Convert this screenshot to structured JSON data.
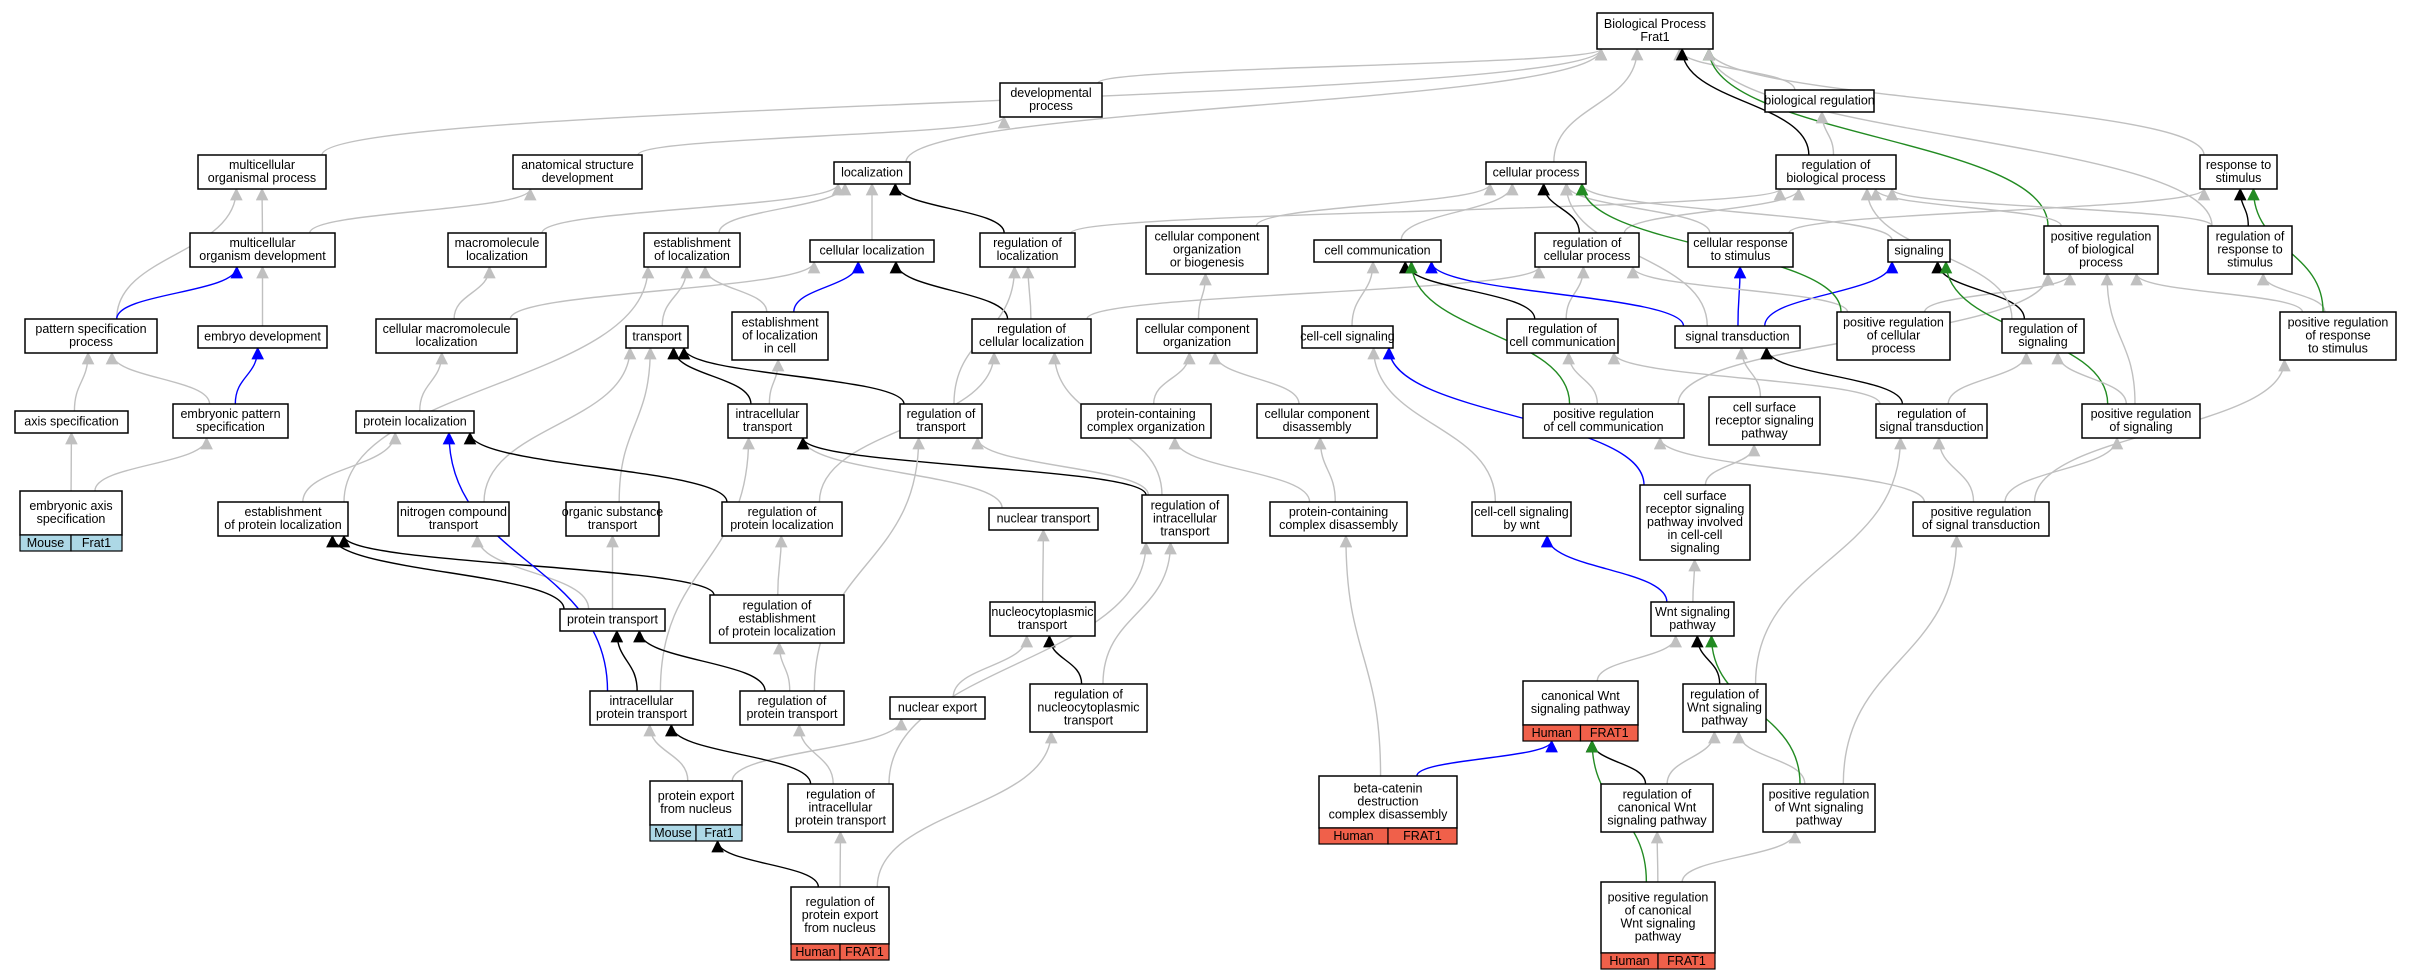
{
  "colors": {
    "gray": "#c0c0c0",
    "black": "#000000",
    "blue": "#0000ff",
    "green": "#228b22",
    "human": "#f0604a",
    "mouse": "#add8e6"
  },
  "nodes": [
    {
      "id": "bp",
      "lines": [
        "Biological Process",
        "Frat1"
      ]
    },
    {
      "id": "dev",
      "lines": [
        "developmental",
        "process"
      ]
    },
    {
      "id": "breg",
      "lines": [
        "biological regulation"
      ]
    },
    {
      "id": "mop",
      "lines": [
        "multicellular",
        "organismal process"
      ]
    },
    {
      "id": "asd",
      "lines": [
        "anatomical structure",
        "development"
      ]
    },
    {
      "id": "loc",
      "lines": [
        "localization"
      ]
    },
    {
      "id": "cp",
      "lines": [
        "cellular process"
      ]
    },
    {
      "id": "rbp",
      "lines": [
        "regulation of",
        "biological process"
      ]
    },
    {
      "id": "rts",
      "lines": [
        "response to",
        "stimulus"
      ]
    },
    {
      "id": "mod",
      "lines": [
        "multicellular",
        "organism development"
      ]
    },
    {
      "id": "mml",
      "lines": [
        "macromolecule",
        "localization"
      ]
    },
    {
      "id": "eol",
      "lines": [
        "establishment",
        "of localization"
      ]
    },
    {
      "id": "cl",
      "lines": [
        "cellular localization"
      ]
    },
    {
      "id": "rol",
      "lines": [
        "regulation of",
        "localization"
      ]
    },
    {
      "id": "ccob",
      "lines": [
        "cellular component",
        "organization",
        "or biogenesis"
      ]
    },
    {
      "id": "cc",
      "lines": [
        "cell communication"
      ]
    },
    {
      "id": "rcp",
      "lines": [
        "regulation of",
        "cellular process"
      ]
    },
    {
      "id": "crs",
      "lines": [
        "cellular response",
        "to stimulus"
      ]
    },
    {
      "id": "sig",
      "lines": [
        "signaling"
      ]
    },
    {
      "id": "prbp",
      "lines": [
        "positive regulation",
        "of biological",
        "process"
      ]
    },
    {
      "id": "rrs",
      "lines": [
        "regulation of",
        "response to",
        "stimulus"
      ]
    },
    {
      "id": "psp",
      "lines": [
        "pattern specification",
        "process"
      ]
    },
    {
      "id": "ed",
      "lines": [
        "embryo development"
      ]
    },
    {
      "id": "cml",
      "lines": [
        "cellular macromolecule",
        "localization"
      ]
    },
    {
      "id": "tr",
      "lines": [
        "transport"
      ]
    },
    {
      "id": "elc",
      "lines": [
        "establishment",
        "of localization",
        "in cell"
      ]
    },
    {
      "id": "rcl",
      "lines": [
        "regulation of",
        "cellular localization"
      ]
    },
    {
      "id": "cco",
      "lines": [
        "cellular component",
        "organization"
      ]
    },
    {
      "id": "ccs",
      "lines": [
        "cell-cell signaling"
      ]
    },
    {
      "id": "rcc",
      "lines": [
        "regulation of",
        "cell communication"
      ]
    },
    {
      "id": "st",
      "lines": [
        "signal transduction"
      ]
    },
    {
      "id": "prcp",
      "lines": [
        "positive regulation",
        "of cellular",
        "process"
      ]
    },
    {
      "id": "rsig",
      "lines": [
        "regulation of",
        "signaling"
      ]
    },
    {
      "id": "prrs",
      "lines": [
        "positive regulation",
        "of response",
        "to stimulus"
      ]
    },
    {
      "id": "as",
      "lines": [
        "axis specification"
      ]
    },
    {
      "id": "eps",
      "lines": [
        "embryonic pattern",
        "specification"
      ]
    },
    {
      "id": "pl",
      "lines": [
        "protein localization"
      ]
    },
    {
      "id": "it",
      "lines": [
        "intracellular",
        "transport"
      ]
    },
    {
      "id": "rt",
      "lines": [
        "regulation of",
        "transport"
      ]
    },
    {
      "id": "pcco",
      "lines": [
        "protein-containing",
        "complex organization"
      ]
    },
    {
      "id": "ccd",
      "lines": [
        "cellular component",
        "disassembly"
      ]
    },
    {
      "id": "prcc",
      "lines": [
        "positive regulation",
        "of cell communication"
      ]
    },
    {
      "id": "csrsp",
      "lines": [
        "cell surface",
        "receptor signaling",
        "pathway"
      ]
    },
    {
      "id": "rst",
      "lines": [
        "regulation of",
        "signal transduction"
      ]
    },
    {
      "id": "prs",
      "lines": [
        "positive regulation",
        "of signaling"
      ]
    },
    {
      "id": "eas",
      "lines": [
        "embryonic axis",
        "specification"
      ],
      "tags": [
        {
          "label": "Mouse",
          "kind": "mouse"
        },
        {
          "label": "Frat1",
          "kind": "mouse"
        }
      ]
    },
    {
      "id": "epl",
      "lines": [
        "establishment",
        "of protein localization"
      ]
    },
    {
      "id": "nct",
      "lines": [
        "nitrogen compound",
        "transport"
      ]
    },
    {
      "id": "ost",
      "lines": [
        "organic substance",
        "transport"
      ]
    },
    {
      "id": "rpl",
      "lines": [
        "regulation of",
        "protein localization"
      ]
    },
    {
      "id": "nt",
      "lines": [
        "nuclear transport"
      ]
    },
    {
      "id": "rit",
      "lines": [
        "regulation of",
        "intracellular",
        "transport"
      ]
    },
    {
      "id": "pccd",
      "lines": [
        "protein-containing",
        "complex disassembly"
      ]
    },
    {
      "id": "ccsw",
      "lines": [
        "cell-cell signaling",
        "by wnt"
      ]
    },
    {
      "id": "csrspi",
      "lines": [
        "cell surface",
        "receptor signaling",
        "pathway involved",
        "in cell-cell",
        "signaling"
      ]
    },
    {
      "id": "prst",
      "lines": [
        "positive regulation",
        "of signal transduction"
      ]
    },
    {
      "id": "pt",
      "lines": [
        "protein transport"
      ]
    },
    {
      "id": "repl",
      "lines": [
        "regulation of",
        "establishment",
        "of protein localization"
      ]
    },
    {
      "id": "ncpt",
      "lines": [
        "nucleocytoplasmic",
        "transport"
      ]
    },
    {
      "id": "wsp",
      "lines": [
        "Wnt signaling",
        "pathway"
      ]
    },
    {
      "id": "ipt",
      "lines": [
        "intracellular",
        "protein transport"
      ]
    },
    {
      "id": "rpt",
      "lines": [
        "regulation of",
        "protein transport"
      ]
    },
    {
      "id": "ne",
      "lines": [
        "nuclear export"
      ]
    },
    {
      "id": "rnct",
      "lines": [
        "regulation of",
        "nucleocytoplasmic",
        "transport"
      ]
    },
    {
      "id": "cwsp",
      "lines": [
        "canonical Wnt",
        "signaling pathway"
      ],
      "tags": [
        {
          "label": "Human",
          "kind": "human"
        },
        {
          "label": "FRAT1",
          "kind": "human"
        }
      ]
    },
    {
      "id": "rwsp",
      "lines": [
        "regulation of",
        "Wnt signaling",
        "pathway"
      ]
    },
    {
      "id": "pen",
      "lines": [
        "protein export",
        "from nucleus"
      ],
      "tags": [
        {
          "label": "Mouse",
          "kind": "mouse"
        },
        {
          "label": "Frat1",
          "kind": "mouse"
        }
      ]
    },
    {
      "id": "ript",
      "lines": [
        "regulation of",
        "intracellular",
        "protein transport"
      ]
    },
    {
      "id": "bcdc",
      "lines": [
        "beta-catenin",
        "destruction",
        "complex disassembly"
      ],
      "tags": [
        {
          "label": "Human",
          "kind": "human"
        },
        {
          "label": "FRAT1",
          "kind": "human"
        }
      ]
    },
    {
      "id": "rcwsp",
      "lines": [
        "regulation of",
        "canonical Wnt",
        "signaling pathway"
      ]
    },
    {
      "id": "prwsp",
      "lines": [
        "positive regulation",
        "of Wnt signaling",
        "pathway"
      ]
    },
    {
      "id": "rpen",
      "lines": [
        "regulation of",
        "protein export",
        "from nucleus"
      ],
      "tags": [
        {
          "label": "Human",
          "kind": "human"
        },
        {
          "label": "FRAT1",
          "kind": "human"
        }
      ]
    },
    {
      "id": "prcwsp",
      "lines": [
        "positive regulation",
        "of canonical",
        "Wnt signaling",
        "pathway"
      ],
      "tags": [
        {
          "label": "Human",
          "kind": "human"
        },
        {
          "label": "FRAT1",
          "kind": "human"
        }
      ]
    }
  ],
  "edges": [
    [
      "dev",
      "bp",
      "gray"
    ],
    [
      "breg",
      "bp",
      "gray"
    ],
    [
      "mop",
      "bp",
      "gray"
    ],
    [
      "loc",
      "bp",
      "gray"
    ],
    [
      "cp",
      "bp",
      "gray"
    ],
    [
      "rbp",
      "bp",
      "black"
    ],
    [
      "rts",
      "bp",
      "gray"
    ],
    [
      "prbp",
      "bp",
      "green"
    ],
    [
      "rrs",
      "bp",
      "gray"
    ],
    [
      "asd",
      "dev",
      "gray"
    ],
    [
      "rbp",
      "breg",
      "gray"
    ],
    [
      "mod",
      "mop",
      "gray"
    ],
    [
      "mod",
      "asd",
      "gray"
    ],
    [
      "mml",
      "loc",
      "gray"
    ],
    [
      "eol",
      "loc",
      "gray"
    ],
    [
      "cl",
      "loc",
      "gray"
    ],
    [
      "rol",
      "loc",
      "black"
    ],
    [
      "rol",
      "rbp",
      "gray"
    ],
    [
      "ccob",
      "cp",
      "gray"
    ],
    [
      "cc",
      "cp",
      "gray"
    ],
    [
      "rcp",
      "cp",
      "black"
    ],
    [
      "rcp",
      "rbp",
      "gray"
    ],
    [
      "crs",
      "cp",
      "gray"
    ],
    [
      "crs",
      "rts",
      "gray"
    ],
    [
      "sig",
      "cp",
      "gray"
    ],
    [
      "prbp",
      "rbp",
      "gray"
    ],
    [
      "rrs",
      "rbp",
      "gray"
    ],
    [
      "rrs",
      "rts",
      "black"
    ],
    [
      "psp",
      "mop",
      "gray"
    ],
    [
      "psp",
      "mod",
      "blue"
    ],
    [
      "ed",
      "mod",
      "gray"
    ],
    [
      "cml",
      "mml",
      "gray"
    ],
    [
      "cml",
      "cl",
      "gray"
    ],
    [
      "tr",
      "eol",
      "gray"
    ],
    [
      "elc",
      "eol",
      "gray"
    ],
    [
      "elc",
      "cl",
      "blue"
    ],
    [
      "rcl",
      "cl",
      "black"
    ],
    [
      "rcl",
      "rol",
      "gray"
    ],
    [
      "rcl",
      "rcp",
      "gray"
    ],
    [
      "cco",
      "ccob",
      "gray"
    ],
    [
      "ccs",
      "cc",
      "gray"
    ],
    [
      "rcc",
      "rcp",
      "gray"
    ],
    [
      "rcc",
      "cc",
      "black"
    ],
    [
      "st",
      "cc",
      "blue"
    ],
    [
      "st",
      "crs",
      "blue"
    ],
    [
      "st",
      "sig",
      "blue"
    ],
    [
      "st",
      "cp",
      "gray"
    ],
    [
      "prcp",
      "rcp",
      "gray"
    ],
    [
      "prcp",
      "prbp",
      "gray"
    ],
    [
      "prcp",
      "cp",
      "green"
    ],
    [
      "rsig",
      "sig",
      "black"
    ],
    [
      "rsig",
      "rbp",
      "gray"
    ],
    [
      "prrs",
      "rrs",
      "gray"
    ],
    [
      "prrs",
      "prbp",
      "gray"
    ],
    [
      "prrs",
      "rts",
      "green"
    ],
    [
      "as",
      "psp",
      "gray"
    ],
    [
      "eps",
      "psp",
      "gray"
    ],
    [
      "eps",
      "ed",
      "blue"
    ],
    [
      "pl",
      "cml",
      "gray"
    ],
    [
      "it",
      "tr",
      "black"
    ],
    [
      "it",
      "elc",
      "gray"
    ],
    [
      "rt",
      "tr",
      "black"
    ],
    [
      "rt",
      "rol",
      "gray"
    ],
    [
      "pcco",
      "cco",
      "gray"
    ],
    [
      "ccd",
      "cco",
      "gray"
    ],
    [
      "prcc",
      "rcc",
      "gray"
    ],
    [
      "prcc",
      "cc",
      "green"
    ],
    [
      "prcc",
      "prbp",
      "gray"
    ],
    [
      "csrsp",
      "st",
      "gray"
    ],
    [
      "rst",
      "st",
      "black"
    ],
    [
      "rst",
      "rsig",
      "gray"
    ],
    [
      "rst",
      "rcc",
      "gray"
    ],
    [
      "prs",
      "sig",
      "green"
    ],
    [
      "prs",
      "rsig",
      "gray"
    ],
    [
      "prs",
      "prbp",
      "gray"
    ],
    [
      "eas",
      "as",
      "gray"
    ],
    [
      "eas",
      "eps",
      "gray"
    ],
    [
      "epl",
      "eol",
      "gray"
    ],
    [
      "epl",
      "pl",
      "gray"
    ],
    [
      "nct",
      "tr",
      "gray"
    ],
    [
      "ost",
      "tr",
      "gray"
    ],
    [
      "rpl",
      "pl",
      "black"
    ],
    [
      "rpl",
      "rcl",
      "gray"
    ],
    [
      "nt",
      "it",
      "gray"
    ],
    [
      "rit",
      "it",
      "black"
    ],
    [
      "rit",
      "rcl",
      "gray"
    ],
    [
      "rit",
      "rt",
      "gray"
    ],
    [
      "pccd",
      "pcco",
      "gray"
    ],
    [
      "pccd",
      "ccd",
      "gray"
    ],
    [
      "ccsw",
      "ccs",
      "gray"
    ],
    [
      "csrspi",
      "ccs",
      "blue"
    ],
    [
      "csrspi",
      "csrsp",
      "gray"
    ],
    [
      "prst",
      "rst",
      "gray"
    ],
    [
      "prst",
      "prcc",
      "gray"
    ],
    [
      "prst",
      "prs",
      "gray"
    ],
    [
      "prst",
      "prrs",
      "gray"
    ],
    [
      "pt",
      "nct",
      "gray"
    ],
    [
      "pt",
      "ost",
      "gray"
    ],
    [
      "pt",
      "epl",
      "black"
    ],
    [
      "repl",
      "rpl",
      "gray"
    ],
    [
      "repl",
      "epl",
      "black"
    ],
    [
      "ncpt",
      "nt",
      "gray"
    ],
    [
      "wsp",
      "ccsw",
      "blue"
    ],
    [
      "wsp",
      "csrspi",
      "gray"
    ],
    [
      "ipt",
      "pt",
      "black"
    ],
    [
      "ipt",
      "it",
      "gray"
    ],
    [
      "ipt",
      "pl",
      "blue"
    ],
    [
      "rpt",
      "pt",
      "black"
    ],
    [
      "rpt",
      "rt",
      "gray"
    ],
    [
      "rpt",
      "repl",
      "gray"
    ],
    [
      "ne",
      "ncpt",
      "gray"
    ],
    [
      "rnct",
      "ncpt",
      "black"
    ],
    [
      "rnct",
      "rit",
      "gray"
    ],
    [
      "cwsp",
      "wsp",
      "gray"
    ],
    [
      "rwsp",
      "wsp",
      "black"
    ],
    [
      "rwsp",
      "rst",
      "gray"
    ],
    [
      "pen",
      "ipt",
      "gray"
    ],
    [
      "pen",
      "ne",
      "gray"
    ],
    [
      "ript",
      "ipt",
      "black"
    ],
    [
      "ript",
      "rpt",
      "gray"
    ],
    [
      "ript",
      "rit",
      "gray"
    ],
    [
      "bcdc",
      "pccd",
      "gray"
    ],
    [
      "bcdc",
      "cwsp",
      "blue"
    ],
    [
      "rcwsp",
      "cwsp",
      "black"
    ],
    [
      "rcwsp",
      "rwsp",
      "gray"
    ],
    [
      "prwsp",
      "rwsp",
      "gray"
    ],
    [
      "prwsp",
      "wsp",
      "green"
    ],
    [
      "prwsp",
      "prst",
      "gray"
    ],
    [
      "rpen",
      "pen",
      "black"
    ],
    [
      "rpen",
      "ript",
      "gray"
    ],
    [
      "rpen",
      "rnct",
      "gray"
    ],
    [
      "prcwsp",
      "cwsp",
      "green"
    ],
    [
      "prcwsp",
      "rcwsp",
      "gray"
    ],
    [
      "prcwsp",
      "prwsp",
      "gray"
    ]
  ]
}
